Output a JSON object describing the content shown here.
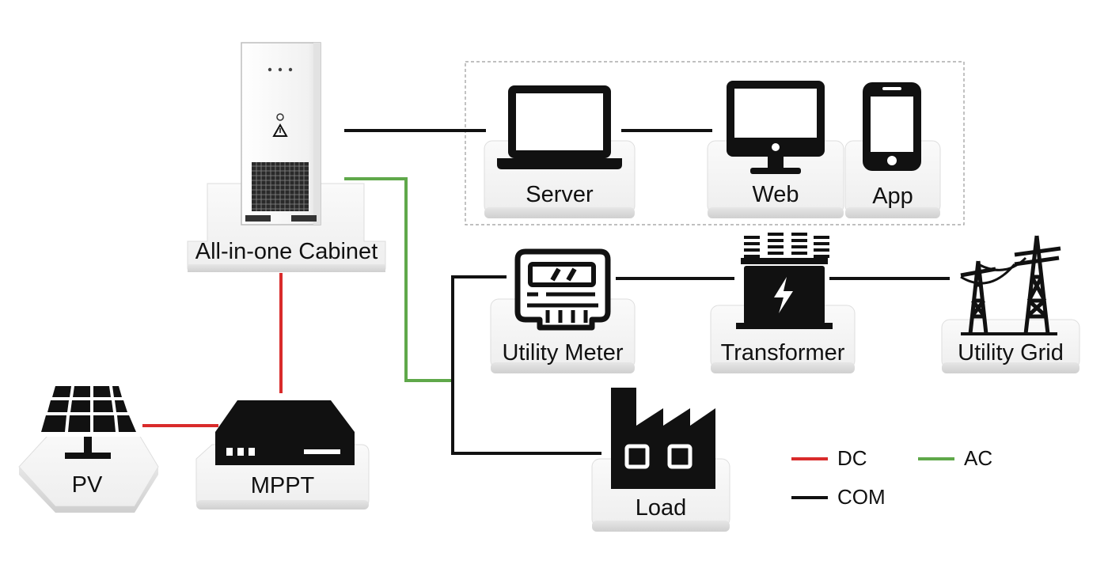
{
  "nodes": {
    "cabinet": {
      "label": "All-in-one Cabinet"
    },
    "server": {
      "label": "Server"
    },
    "web": {
      "label": "Web"
    },
    "app": {
      "label": "App"
    },
    "meter": {
      "label": "Utility Meter"
    },
    "transformer": {
      "label": "Transformer"
    },
    "grid": {
      "label": "Utility Grid"
    },
    "pv": {
      "label": "PV"
    },
    "mppt": {
      "label": "MPPT"
    },
    "load": {
      "label": "Load"
    }
  },
  "legend": {
    "dc": {
      "label": "DC",
      "color": "#d92b2b"
    },
    "ac": {
      "label": "AC",
      "color": "#5fa84a"
    },
    "com": {
      "label": "COM",
      "color": "#111111"
    }
  },
  "colors": {
    "icon": "#111111",
    "platform_top": "#f4f4f4",
    "platform_side": "#d9d9d9"
  }
}
